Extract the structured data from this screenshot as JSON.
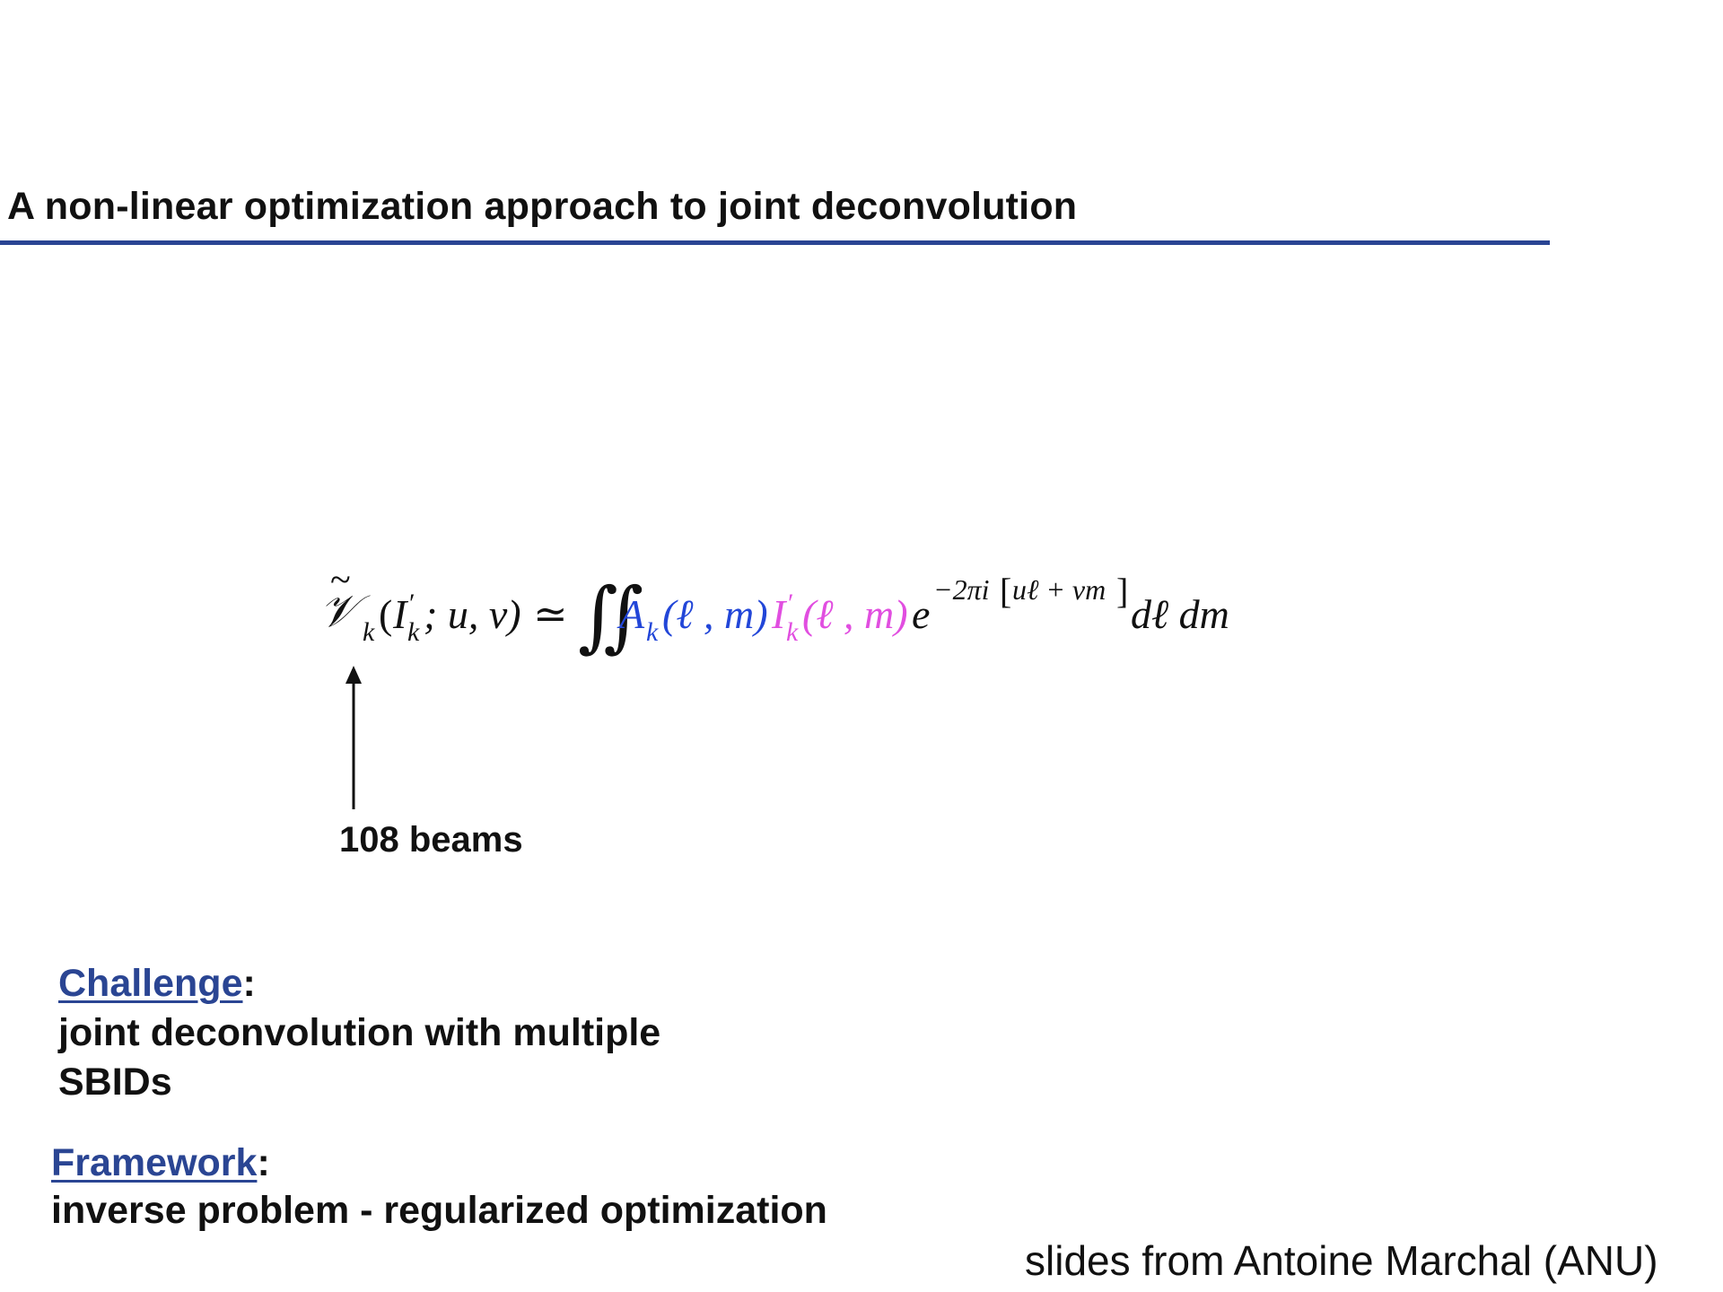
{
  "slide": {
    "title": "A non-linear optimization approach to joint deconvolution",
    "accent_color": "#2a4593"
  },
  "equation": {
    "lhs_symbol": "𝒱",
    "lhs_tilde": "~",
    "lhs_subscript": "k",
    "lhs_open_paren": "(",
    "lhs_I": "I",
    "lhs_I_prime": "′",
    "lhs_I_subscript": "k",
    "lhs_args": "; u, v)",
    "relation": "≃",
    "integral": "∬",
    "A_symbol": "A",
    "A_subscript": "k",
    "A_args": "(ℓ , m)",
    "I_symbol": "I",
    "I_prime": "′",
    "I_subscript": "k",
    "I_args": "(ℓ , m)",
    "exp_base": "e",
    "exp_power": "−2πi",
    "exp_bracket_open": "[",
    "exp_inner": "uℓ + vm",
    "exp_bracket_close": "]",
    "measure": "dℓ dm",
    "colors": {
      "default": "#111111",
      "A_term": "#2246d8",
      "I_term": "#e14ee0"
    }
  },
  "annotation": {
    "label": "108 beams"
  },
  "challenge": {
    "heading": "Challenge",
    "colon": ":",
    "lines": [
      "joint deconvolution with multiple",
      "SBIDs"
    ]
  },
  "framework": {
    "heading": "Framework",
    "colon": ":",
    "lines": [
      "inverse problem - regularized optimization"
    ]
  },
  "credit": {
    "text": "slides from Antoine Marchal (ANU)"
  }
}
